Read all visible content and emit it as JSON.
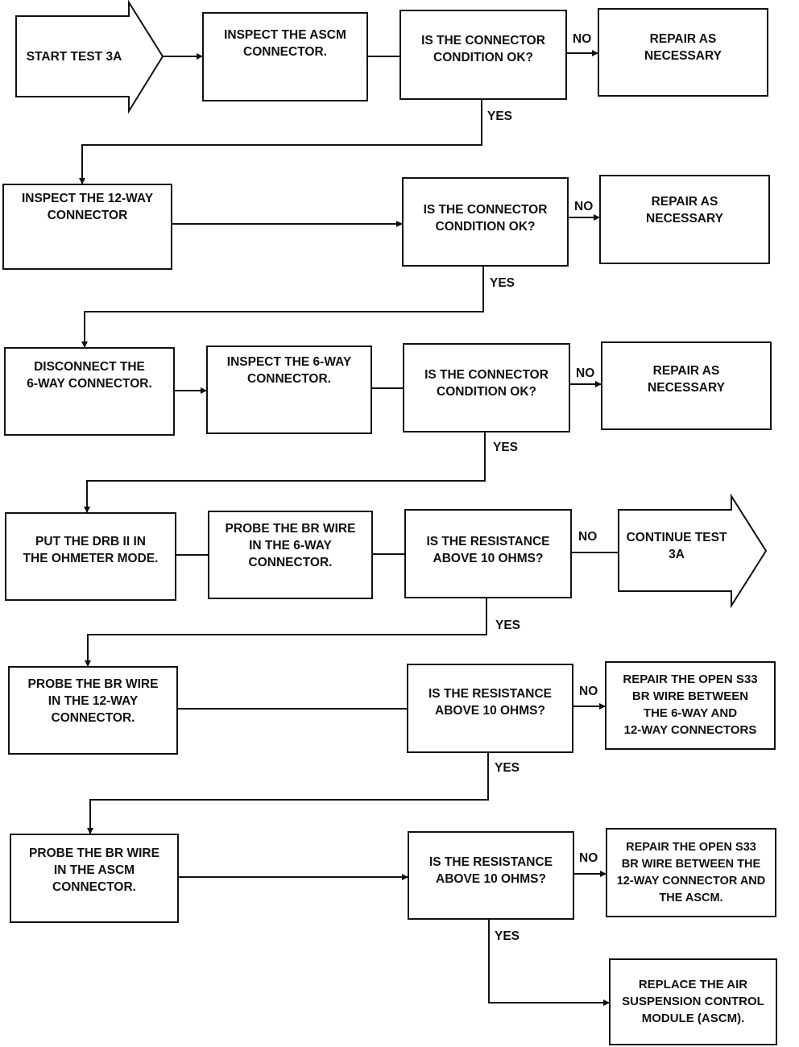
{
  "start": {
    "lines": [
      "START TEST 3A"
    ]
  },
  "continue": {
    "lines": [
      "CONTINUE TEST",
      "3A"
    ]
  },
  "rows": [
    {
      "steps": [
        {
          "lines": [
            "INSPECT THE ASCM",
            "CONNECTOR."
          ]
        }
      ],
      "question": {
        "lines": [
          "IS THE CONNECTOR",
          "CONDITION OK?"
        ]
      },
      "no_result": {
        "lines": [
          "REPAIR AS",
          "NECESSARY"
        ]
      },
      "no_label": "NO",
      "yes_label": "YES"
    },
    {
      "steps": [
        {
          "lines": [
            "INSPECT THE 12-WAY",
            "CONNECTOR"
          ]
        }
      ],
      "question": {
        "lines": [
          "IS THE CONNECTOR",
          "CONDITION OK?"
        ]
      },
      "no_result": {
        "lines": [
          "REPAIR AS",
          "NECESSARY"
        ]
      },
      "no_label": "NO",
      "yes_label": "YES"
    },
    {
      "steps": [
        {
          "lines": [
            "DISCONNECT THE",
            "6-WAY CONNECTOR."
          ]
        },
        {
          "lines": [
            "INSPECT THE 6-WAY",
            "CONNECTOR."
          ]
        }
      ],
      "question": {
        "lines": [
          "IS THE CONNECTOR",
          "CONDITION OK?"
        ]
      },
      "no_result": {
        "lines": [
          "REPAIR AS",
          "NECESSARY"
        ]
      },
      "no_label": "NO",
      "yes_label": "YES"
    },
    {
      "steps": [
        {
          "lines": [
            "PUT THE DRB II IN",
            "THE OHMETER MODE."
          ]
        },
        {
          "lines": [
            "PROBE THE BR WIRE",
            "IN THE 6-WAY",
            "CONNECTOR."
          ]
        }
      ],
      "question": {
        "lines": [
          "IS THE RESISTANCE",
          "ABOVE 10 OHMS?"
        ]
      },
      "no_label": "NO",
      "yes_label": "YES"
    },
    {
      "steps": [
        {
          "lines": [
            "PROBE THE BR WIRE",
            "IN THE 12-WAY",
            "CONNECTOR."
          ]
        }
      ],
      "question": {
        "lines": [
          "IS THE RESISTANCE",
          "ABOVE 10 OHMS?"
        ]
      },
      "no_result": {
        "lines": [
          "REPAIR THE OPEN S33",
          "BR WIRE BETWEEN",
          "THE 6-WAY AND",
          "12-WAY CONNECTORS"
        ]
      },
      "no_label": "NO",
      "yes_label": "YES"
    },
    {
      "steps": [
        {
          "lines": [
            "PROBE THE BR WIRE",
            "IN THE ASCM",
            "CONNECTOR."
          ]
        }
      ],
      "question": {
        "lines": [
          "IS THE RESISTANCE",
          "ABOVE 10 OHMS?"
        ]
      },
      "no_result": {
        "lines": [
          "REPAIR THE OPEN S33",
          "BR WIRE BETWEEN THE",
          "12-WAY CONNECTOR AND",
          "THE ASCM."
        ]
      },
      "no_label": "NO",
      "yes_label": "YES"
    }
  ],
  "final": {
    "lines": [
      "REPLACE THE AIR",
      "SUSPENSION CONTROL",
      "MODULE (ASCM)."
    ]
  }
}
